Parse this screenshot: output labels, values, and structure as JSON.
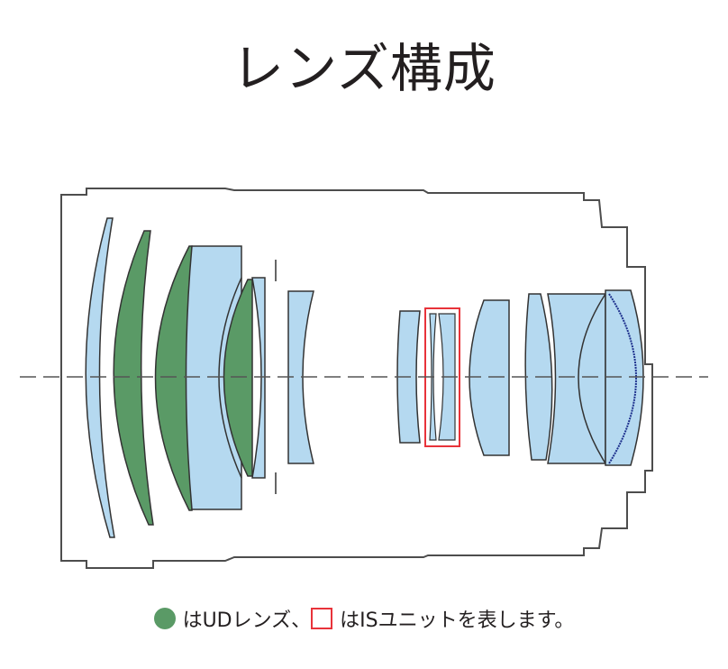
{
  "title": "レンズ構成",
  "legend": {
    "ud_text": "はUDレンズ、",
    "is_text": "はISユニットを表します。"
  },
  "colors": {
    "ud_lens": "#5a9a66",
    "normal_lens": "#b5d9f0",
    "is_unit_box": "#e8333a",
    "outline": "#4d4d4d",
    "axis": "#555555",
    "special_surface": "#1c2f8c"
  }
}
